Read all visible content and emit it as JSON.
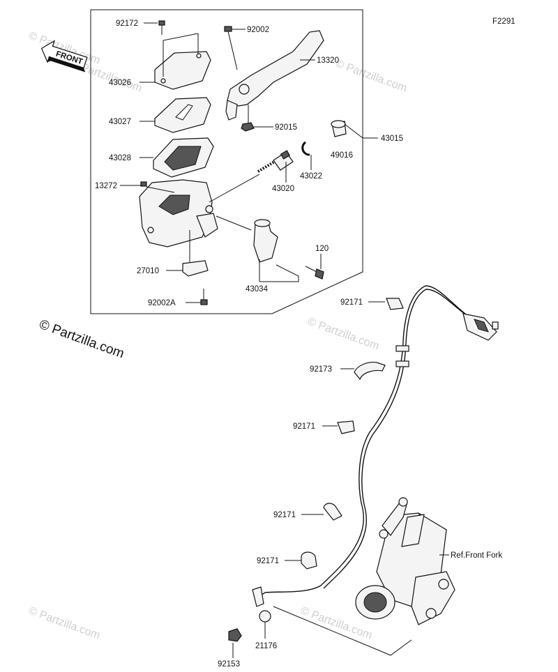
{
  "figure_code": "F2291",
  "front_label": "FRONT",
  "copyright": "© Partzilla.com",
  "watermark": "© Partzilla.com",
  "reference_note": "Ref.Front Fork",
  "parts": {
    "p92172": "92172",
    "p43026": "43026",
    "p43027": "43027",
    "p43028": "43028",
    "p13272": "13272",
    "p27010": "27010",
    "p92002A": "92002A",
    "p92002": "92002",
    "p13320": "13320",
    "p92015": "92015",
    "p49016": "49016",
    "p43015": "43015",
    "p43022": "43022",
    "p43020": "43020",
    "p120": "120",
    "p43034": "43034",
    "p92171a": "92171",
    "p92173": "92173",
    "p92171b": "92171",
    "p92171c": "92171",
    "p92171d": "92171",
    "p92153": "92153",
    "p21176": "21176"
  }
}
